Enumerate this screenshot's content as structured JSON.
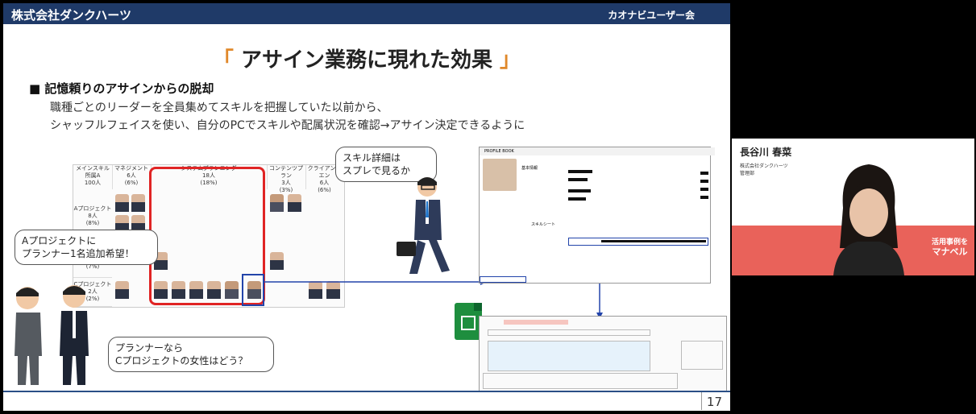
{
  "header": {
    "company": "株式会社ダンクハーツ",
    "event": "カオナビユーザー会"
  },
  "slide": {
    "title_open": "「",
    "title": " アサイン業務に現れた効果 ",
    "title_close": "」",
    "section": "■ 記憶頼りのアサインからの脱却",
    "line1": "職種ごとのリーダーを全員集めてスキルを把握していた以前から、",
    "line2": "シャッフルフェイスを使い、自分のPCでスキルや配属状況を確認→アサイン決定できるように",
    "page": "17"
  },
  "grid": {
    "columns": [
      {
        "name": "メインスキル",
        "count": "所属A",
        "pct": "100人"
      },
      {
        "name": "マネジメント",
        "count": "6人",
        "pct": "(6%)"
      },
      {
        "name": "システムプランニング",
        "count": "18人",
        "pct": "(18%)"
      },
      {
        "name": "コンテンツプラン",
        "count": "3人",
        "pct": "(3%)"
      },
      {
        "name": "クライアントエン",
        "count": "6人",
        "pct": "(6%)"
      }
    ],
    "rows": [
      {
        "name": "Aプロジェクト",
        "count": "8人",
        "pct": "(8%)"
      },
      {
        "name": "",
        "count": "",
        "pct": "(7%)"
      },
      {
        "name": "Cプロジェクト",
        "count": "2人",
        "pct": "(2%)"
      }
    ]
  },
  "bubbles": {
    "skill": [
      "スキル詳細は",
      "スプレで見るか"
    ],
    "request": [
      "Aプロジェクトに",
      "プランナー1名追加希望！"
    ],
    "planner": [
      "プランナーなら",
      "Cプロジェクトの女性はどう？"
    ]
  },
  "profile_shot": {
    "app_label": "PROFILE BOOK",
    "section_label": "基本情報",
    "skill_label": "スキルシート"
  },
  "video": {
    "name": "長谷川 春菜",
    "company": "株式会社ダンクハーツ",
    "dept": "管理部",
    "brand": [
      "活用事例を",
      "マナベル"
    ]
  },
  "colors": {
    "header": "#1f3a68",
    "accent": "#e0882a",
    "red": "#e02424",
    "blue": "#2244aa",
    "sheets": "#1e8e3e",
    "banner": "#e9625a"
  }
}
